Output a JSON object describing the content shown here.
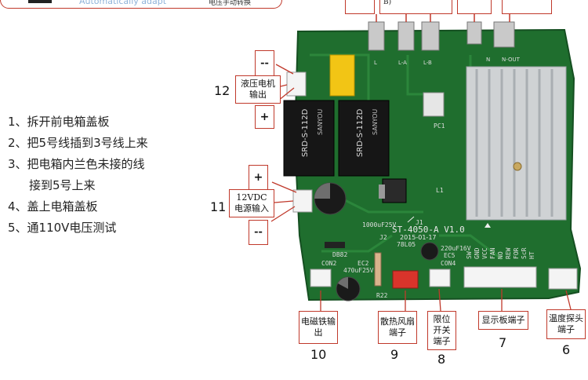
{
  "banner": {
    "left_text": "Automatically adapt",
    "right_text": "电压手动转换"
  },
  "top_connectors": {
    "partial_label": "B)",
    "pin_labels": [
      "L",
      "L-A",
      "L-B",
      "N",
      "N-OUT"
    ]
  },
  "instructions": [
    "1、拆开前电箱盖板",
    "2、把5号线插到3号线上来",
    "3、把电箱内兰色未接的线",
    "接到5号上来",
    "4、盖上电箱盖板",
    "5、通110V电压测试"
  ],
  "callouts": {
    "c12": {
      "number": "12",
      "label": "液压电机输出",
      "minus": "--",
      "plus": "+"
    },
    "c11": {
      "number": "11",
      "label": "12VDC 电源输入",
      "plus": "+",
      "minus": "--"
    },
    "c10": {
      "number": "10",
      "label": "电磁铁输出"
    },
    "c9": {
      "number": "9",
      "label": "散热风扇端子"
    },
    "c8": {
      "number": "8",
      "label": "限位开关端子"
    },
    "c7": {
      "number": "7",
      "label": "显示板端子"
    },
    "c6": {
      "number": "6",
      "label": "温度探头端子"
    }
  },
  "board": {
    "model": "ST-4050-A V1.0",
    "date": "2015-01-17",
    "relay_text": "SRD-S-112D",
    "relay_brand": "SANYOU",
    "cap1": "1000uF25V",
    "cap2": "470uF25V",
    "cap3": "220uF16V",
    "reg": "78L05",
    "con2": "CON2",
    "con4": "CON4",
    "ec2": "EC2",
    "ec5": "EC5",
    "r22": "R22",
    "pc1": "PC1",
    "l1": "L1",
    "dbbz": "DB82",
    "j1": "J1",
    "j2": "J2",
    "header_pins": [
      "SW",
      "GND",
      "VCC",
      "FAN",
      "NO",
      "REW",
      "FOR",
      "ScR",
      "HT"
    ]
  }
}
